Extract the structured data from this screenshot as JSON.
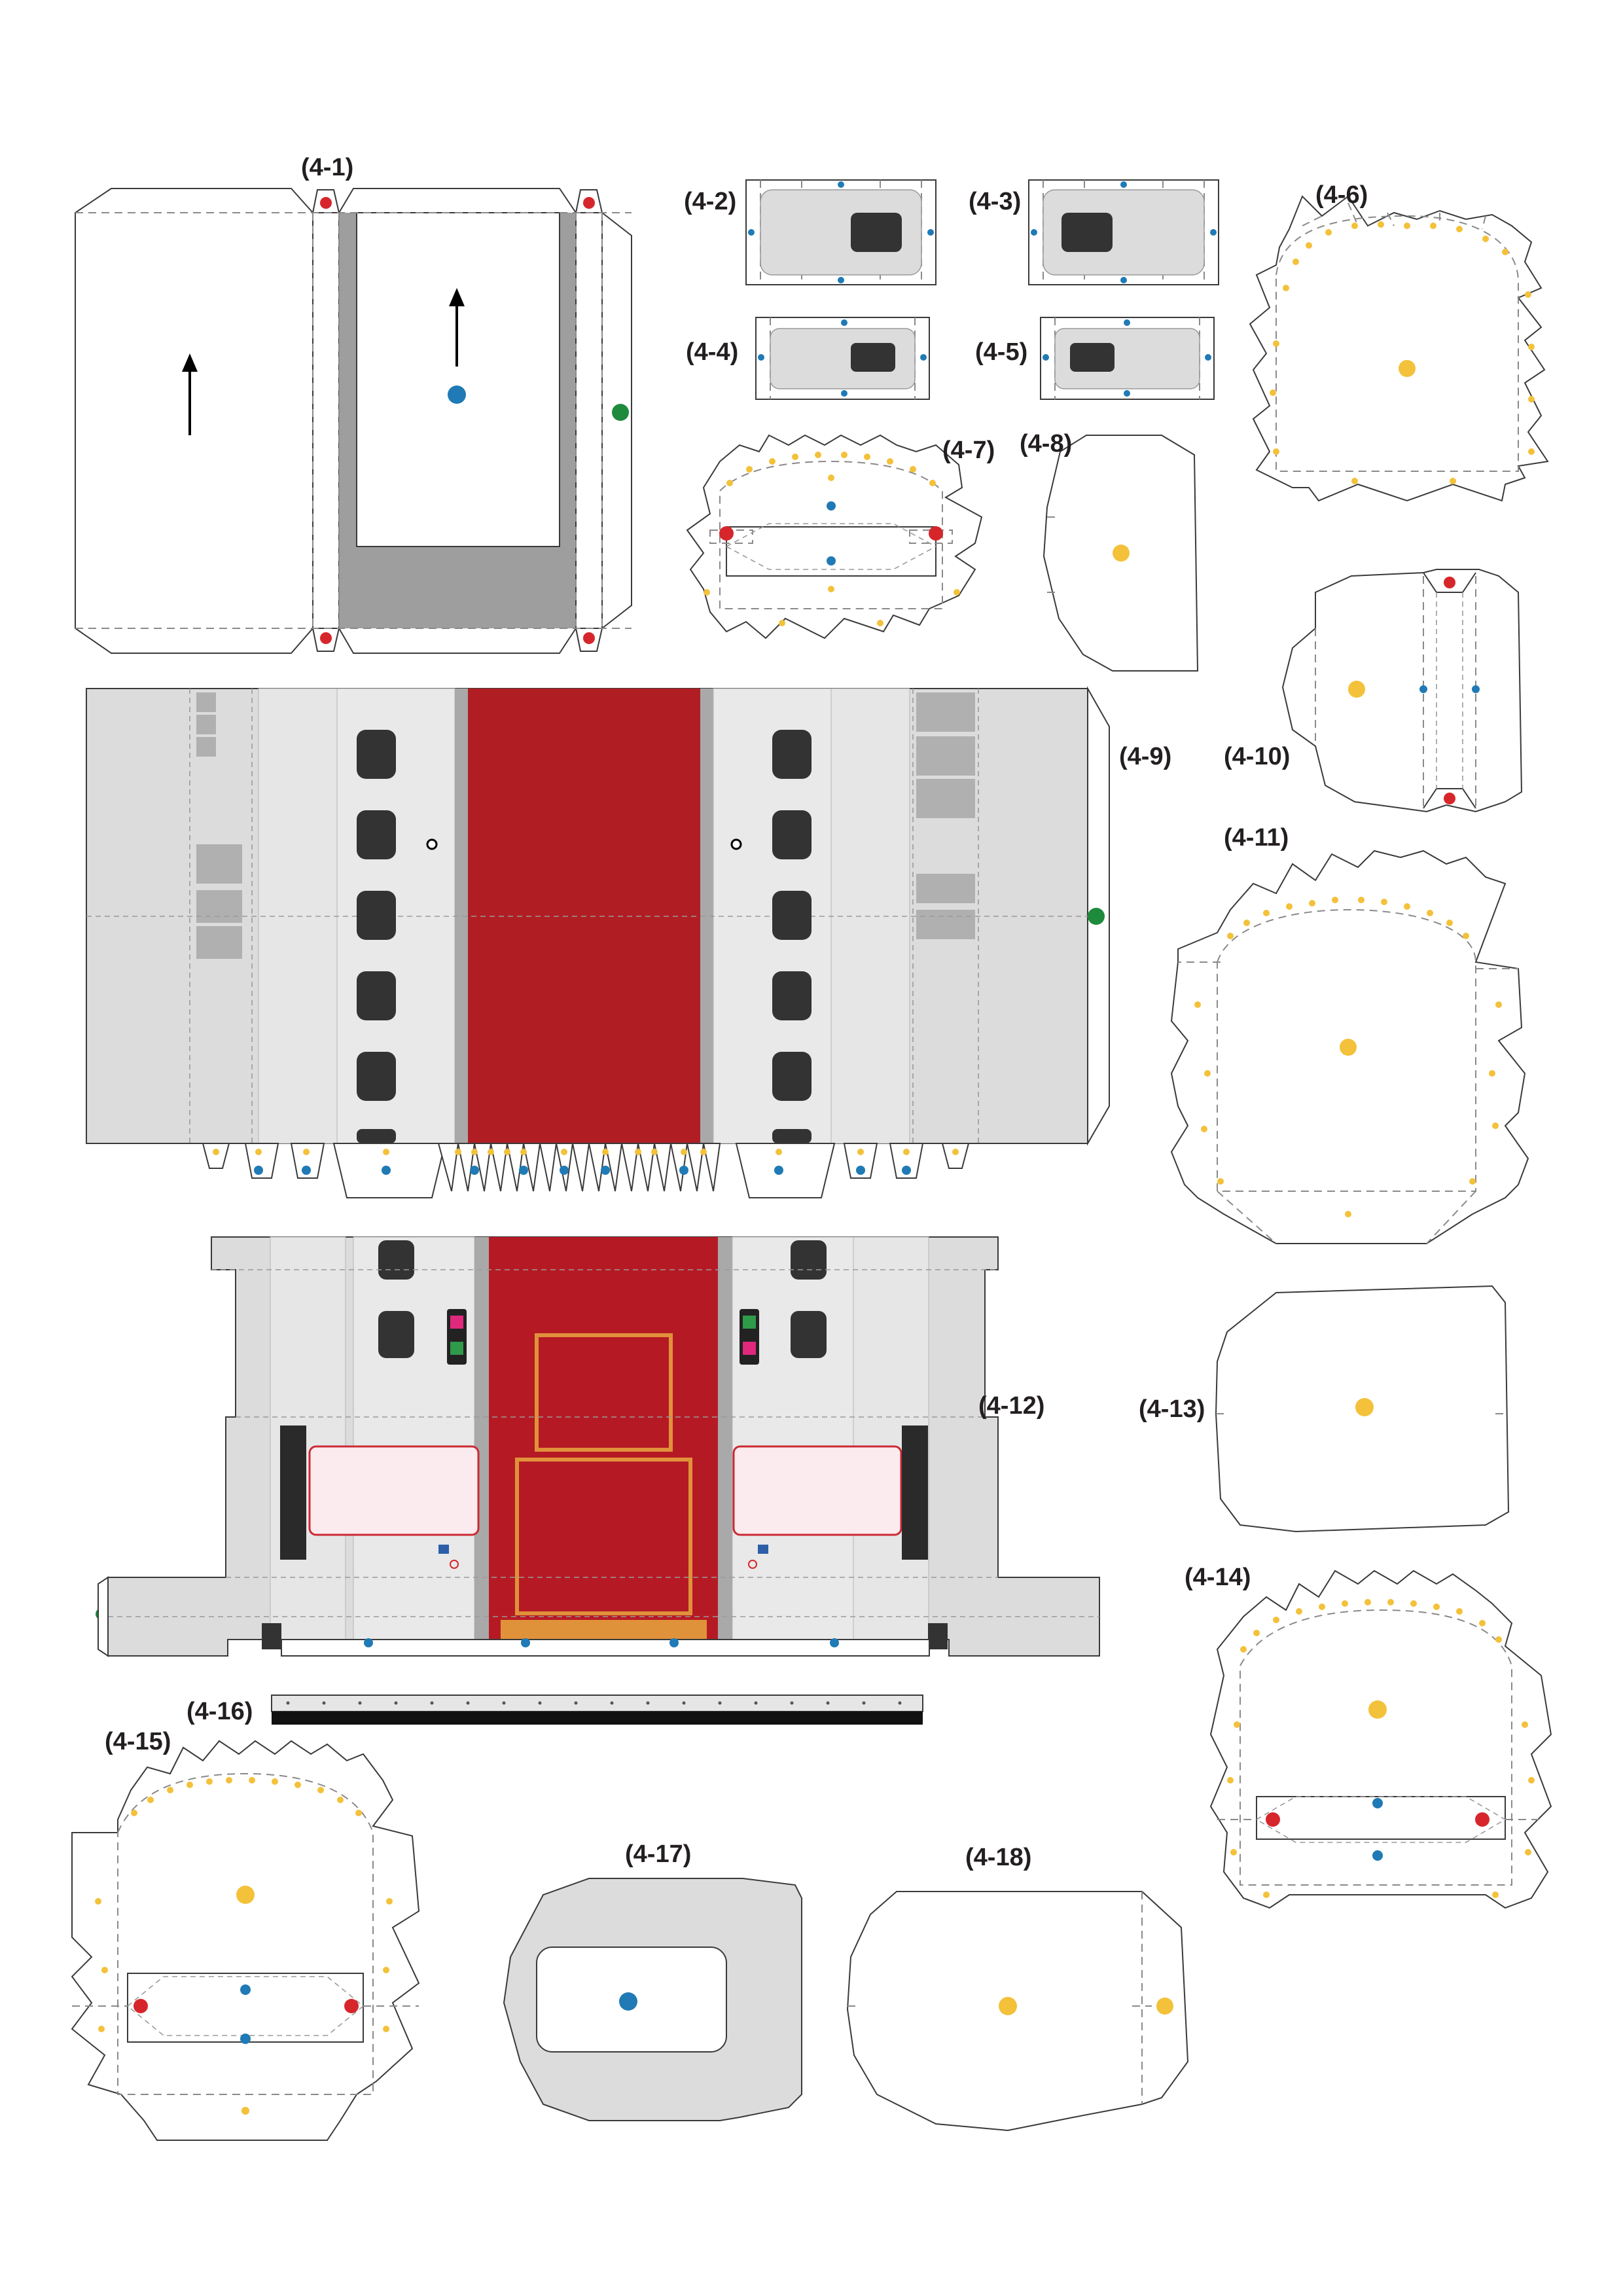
{
  "sheet": {
    "labels": {
      "p4_1": "(4-1)",
      "p4_2": "(4-2)",
      "p4_3": "(4-3)",
      "p4_4": "(4-4)",
      "p4_5": "(4-5)",
      "p4_6": "(4-6)",
      "p4_7": "(4-7)",
      "p4_8": "(4-8)",
      "p4_9": "(4-9)",
      "p4_10": "(4-10)",
      "p4_11": "(4-11)",
      "p4_12": "(4-12)",
      "p4_13": "(4-13)",
      "p4_14": "(4-14)",
      "p4_15": "(4-15)",
      "p4_16": "(4-16)",
      "p4_17": "(4-17)",
      "p4_18": "(4-18)"
    }
  },
  "colors": {
    "marker_yellow": "#f3c13a",
    "marker_blue": "#1f7ab5",
    "marker_red": "#d7262b",
    "marker_green": "#1e8a3c",
    "body_grey": "#dcdcdc",
    "carpet_red": "#b01e23",
    "window_dark": "#333333",
    "door_frame_orange": "#e0923a"
  }
}
